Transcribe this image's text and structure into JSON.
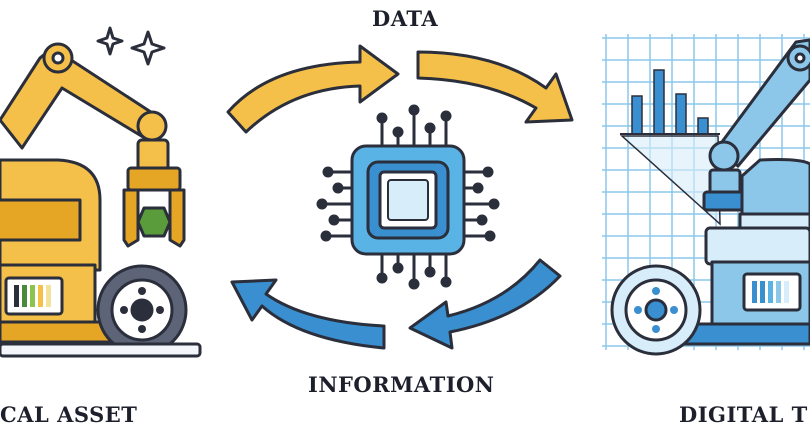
{
  "labels": {
    "top": "DATA",
    "bottom": "INFORMATION",
    "left": "CAL ASSET",
    "right": "DIGITAL T"
  },
  "colors": {
    "physical_accent": "#f5c04a",
    "physical_dark": "#e5a525",
    "digital_accent": "#8cc7ea",
    "digital_dark": "#3a8fd0",
    "chip": "#5ab3e5",
    "outline": "#2b2e3b"
  },
  "icons": {
    "left": "robotic-arm-physical",
    "center": "microchip",
    "right": "robotic-arm-digital-wireframe",
    "top_arrows": "arrow-right",
    "bottom_arrows": "arrow-left"
  }
}
